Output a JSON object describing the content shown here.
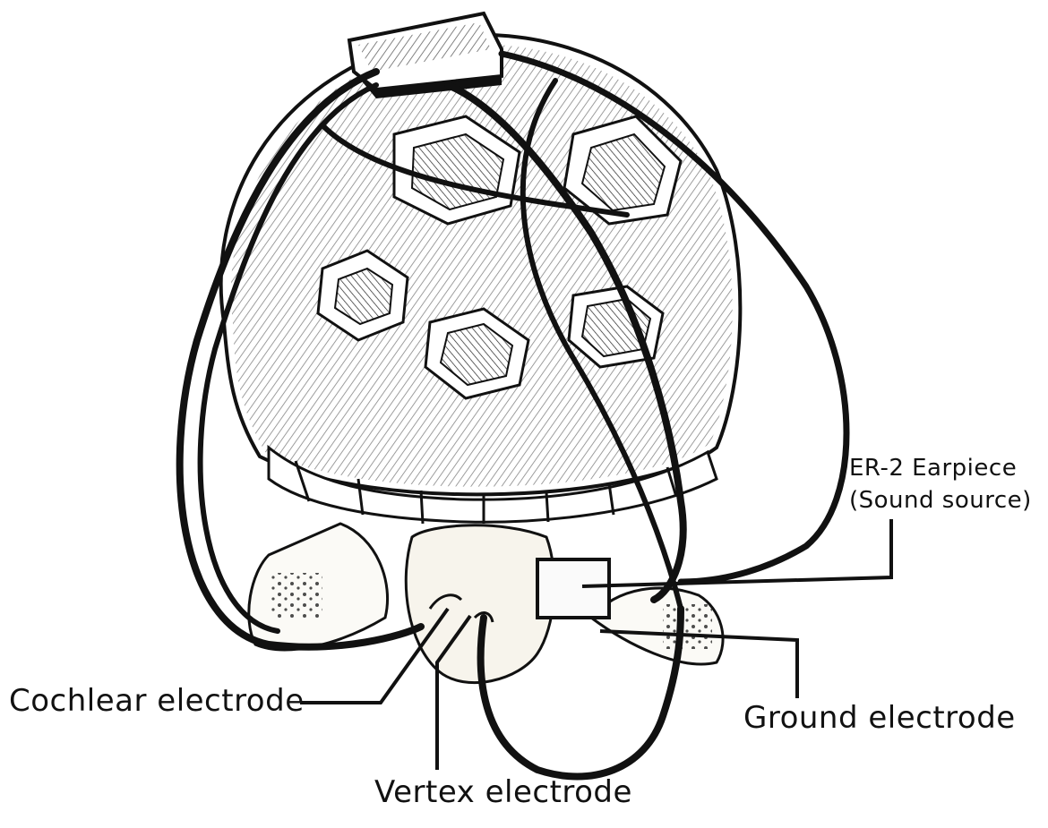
{
  "labels": {
    "earpiece_line1": "ER-2 Earpiece",
    "earpiece_line2": "(Sound source)",
    "cochlear": "Cochlear electrode",
    "ground": "Ground electrode",
    "vertex": "Vertex electrode"
  },
  "colors": {
    "ink": "#111111",
    "paper": "#ffffff",
    "skin": "#f4f0e8"
  }
}
